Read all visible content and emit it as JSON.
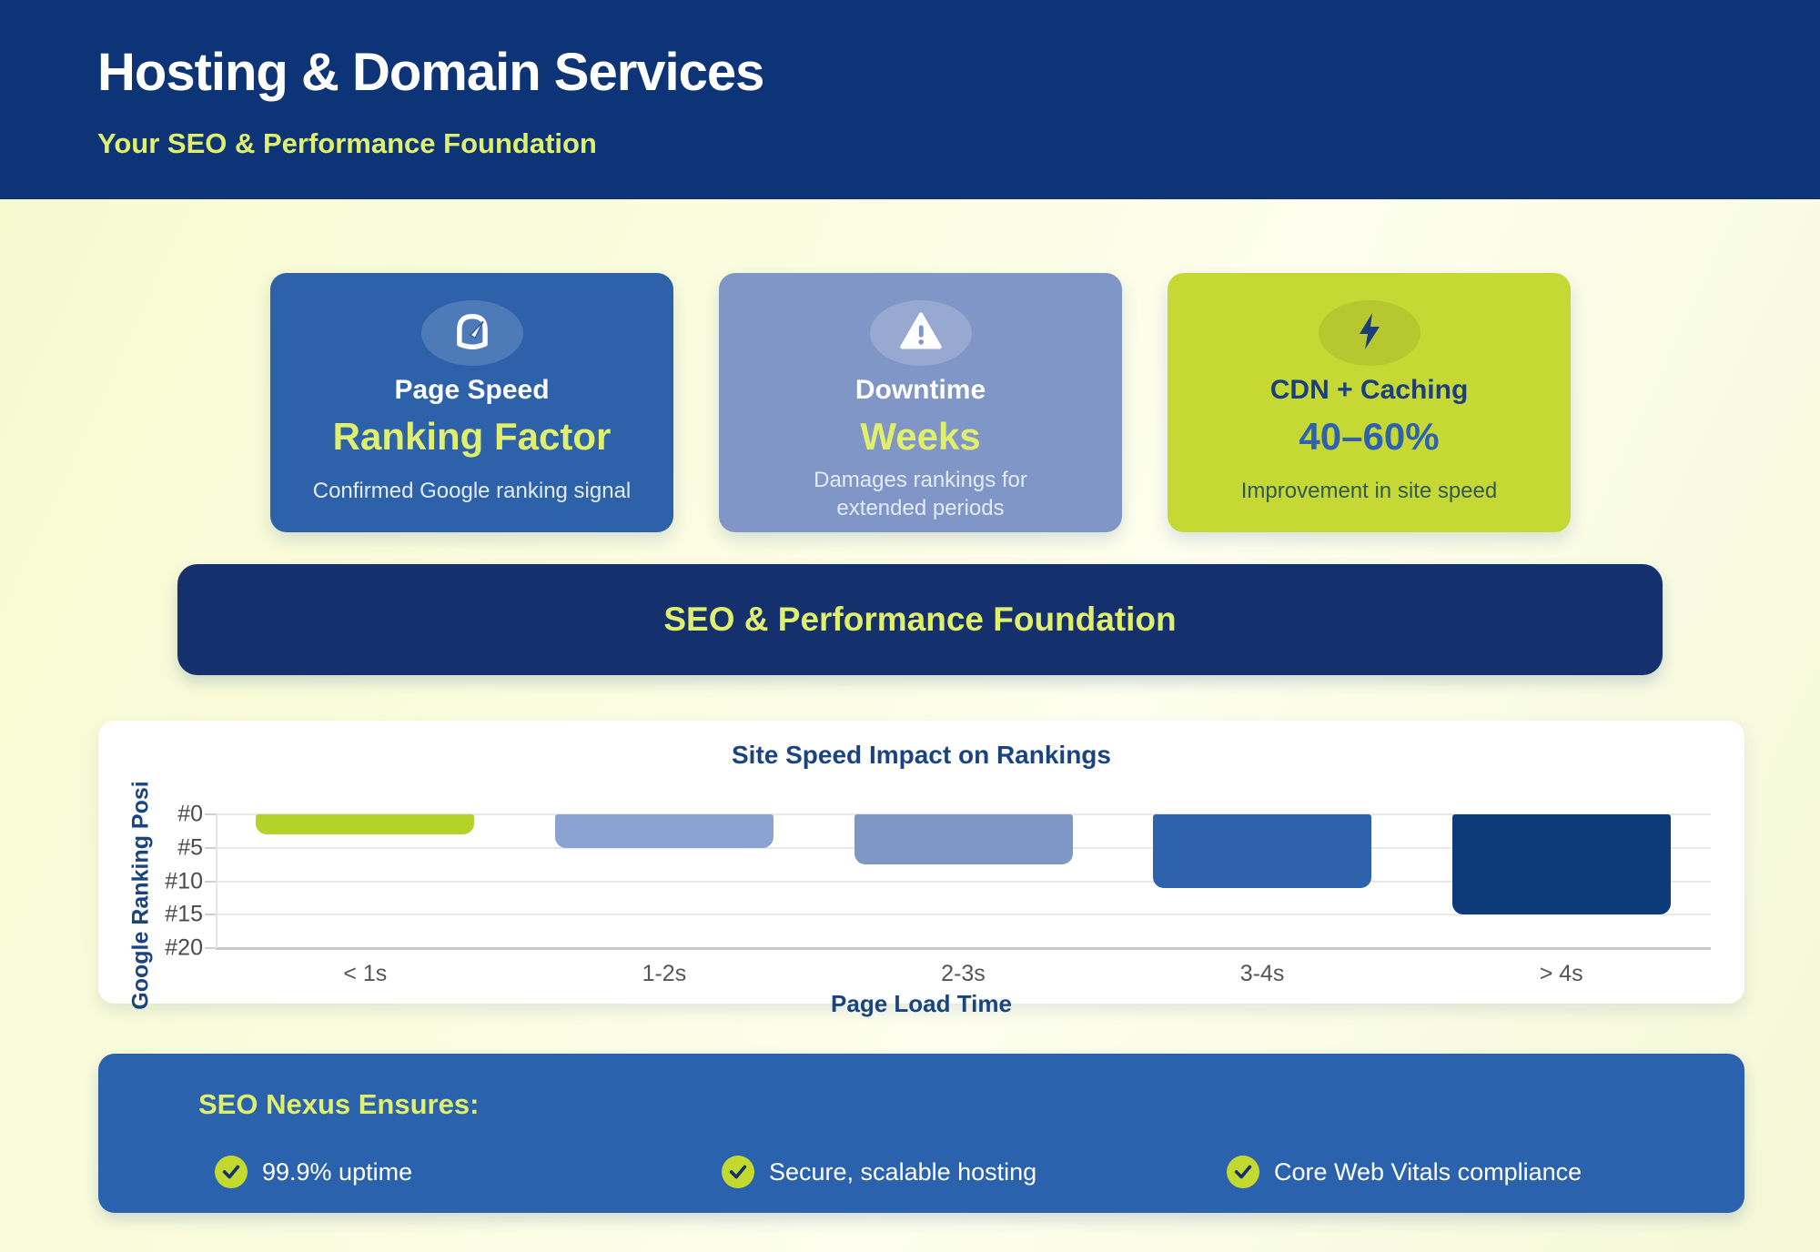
{
  "header": {
    "title": "Hosting & Domain Services",
    "subtitle": "Your SEO & Performance Foundation"
  },
  "cards": [
    {
      "icon": "gauge-icon",
      "title": "Page Speed",
      "value": "Ranking Factor",
      "description": "Confirmed Google ranking signal",
      "bg": "#2d62ab"
    },
    {
      "icon": "warning-icon",
      "title": "Downtime",
      "value": "Weeks",
      "description": "Damages rankings for extended periods",
      "bg": "#8096c7"
    },
    {
      "icon": "bolt-icon",
      "title": "CDN + Caching",
      "value": "40–60%",
      "description": "Improvement in site speed",
      "bg": "#c6d834"
    }
  ],
  "banner": {
    "label": "SEO & Performance Foundation"
  },
  "chart_data": {
    "type": "bar",
    "title": "Site Speed Impact on Rankings",
    "categories": [
      "< 1s",
      "1-2s",
      "2-3s",
      "3-4s",
      "> 4s"
    ],
    "values": [
      3,
      5,
      7.5,
      11,
      15
    ],
    "bar_colors": [
      "#b5d22b",
      "#8ba3d0",
      "#7f97c5",
      "#2d62ad",
      "#0d3a78"
    ],
    "xlabel": "Page Load Time",
    "ylabel": "Google Ranking Posi",
    "y_ticks": [
      "#0",
      "#5",
      "#10",
      "#15",
      "#20"
    ],
    "ylim": [
      0,
      20
    ],
    "y_inverted": true,
    "grid": true,
    "legend_position": "none"
  },
  "footer": {
    "heading": "SEO Nexus Ensures:",
    "items": [
      "99.9% uptime",
      "Secure, scalable hosting",
      "Core Web Vitals compliance"
    ]
  },
  "colors": {
    "header_bg": "#0d3476",
    "accent_lime_text": "#e1f06c",
    "banner_bg": "#14316d",
    "card_blue": "#2d62ab",
    "card_slate": "#8096c7",
    "card_lime": "#c6d834",
    "footer_bg": "#2a62ae",
    "chart_navy_text": "#1a4480",
    "check_circle": "#c3d92f"
  }
}
